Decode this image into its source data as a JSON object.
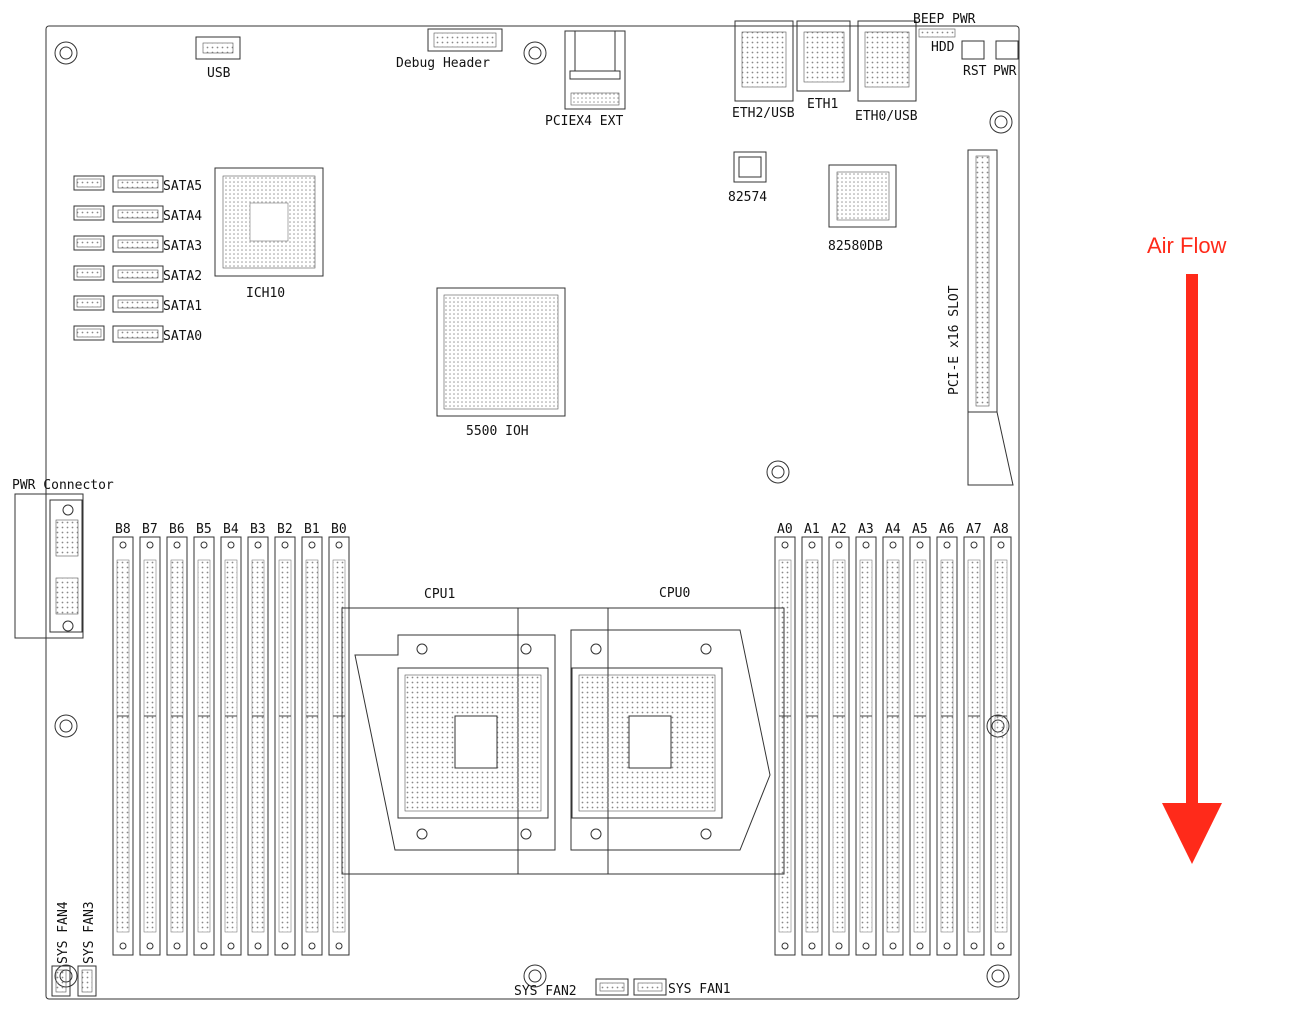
{
  "labels": {
    "usb": "USB",
    "debug_header": "Debug Header",
    "pciex4_ext": "PCIEX4 EXT",
    "eth2_usb": "ETH2/USB",
    "eth1": "ETH1",
    "eth0_usb": "ETH0/USB",
    "beep": "BEEP",
    "pwr_led": "PWR",
    "hdd": "HDD",
    "rst": "RST",
    "pwr": "PWR",
    "chip_82574": "82574",
    "chip_82580db": "82580DB",
    "ich10": "ICH10",
    "ioh": "5500 IOH",
    "pcie_slot": "PCI-E x16 SLOT",
    "pwr_connector": "PWR Connector",
    "cpu1": "CPU1",
    "cpu0": "CPU0",
    "sys_fan1": "SYS FAN1",
    "sys_fan2": "SYS FAN2",
    "sys_fan3": "SYS FAN3",
    "sys_fan4": "SYS FAN4",
    "air_flow": "Air Flow"
  },
  "sata_ports": [
    "SATA5",
    "SATA4",
    "SATA3",
    "SATA2",
    "SATA1",
    "SATA0"
  ],
  "dimm_b": [
    "B8",
    "B7",
    "B6",
    "B5",
    "B4",
    "B3",
    "B2",
    "B1",
    "B0"
  ],
  "dimm_a": [
    "A0",
    "A1",
    "A2",
    "A3",
    "A4",
    "A5",
    "A6",
    "A7",
    "A8"
  ],
  "colors": {
    "air_flow": "#ff2a1a",
    "line": "#333333"
  }
}
